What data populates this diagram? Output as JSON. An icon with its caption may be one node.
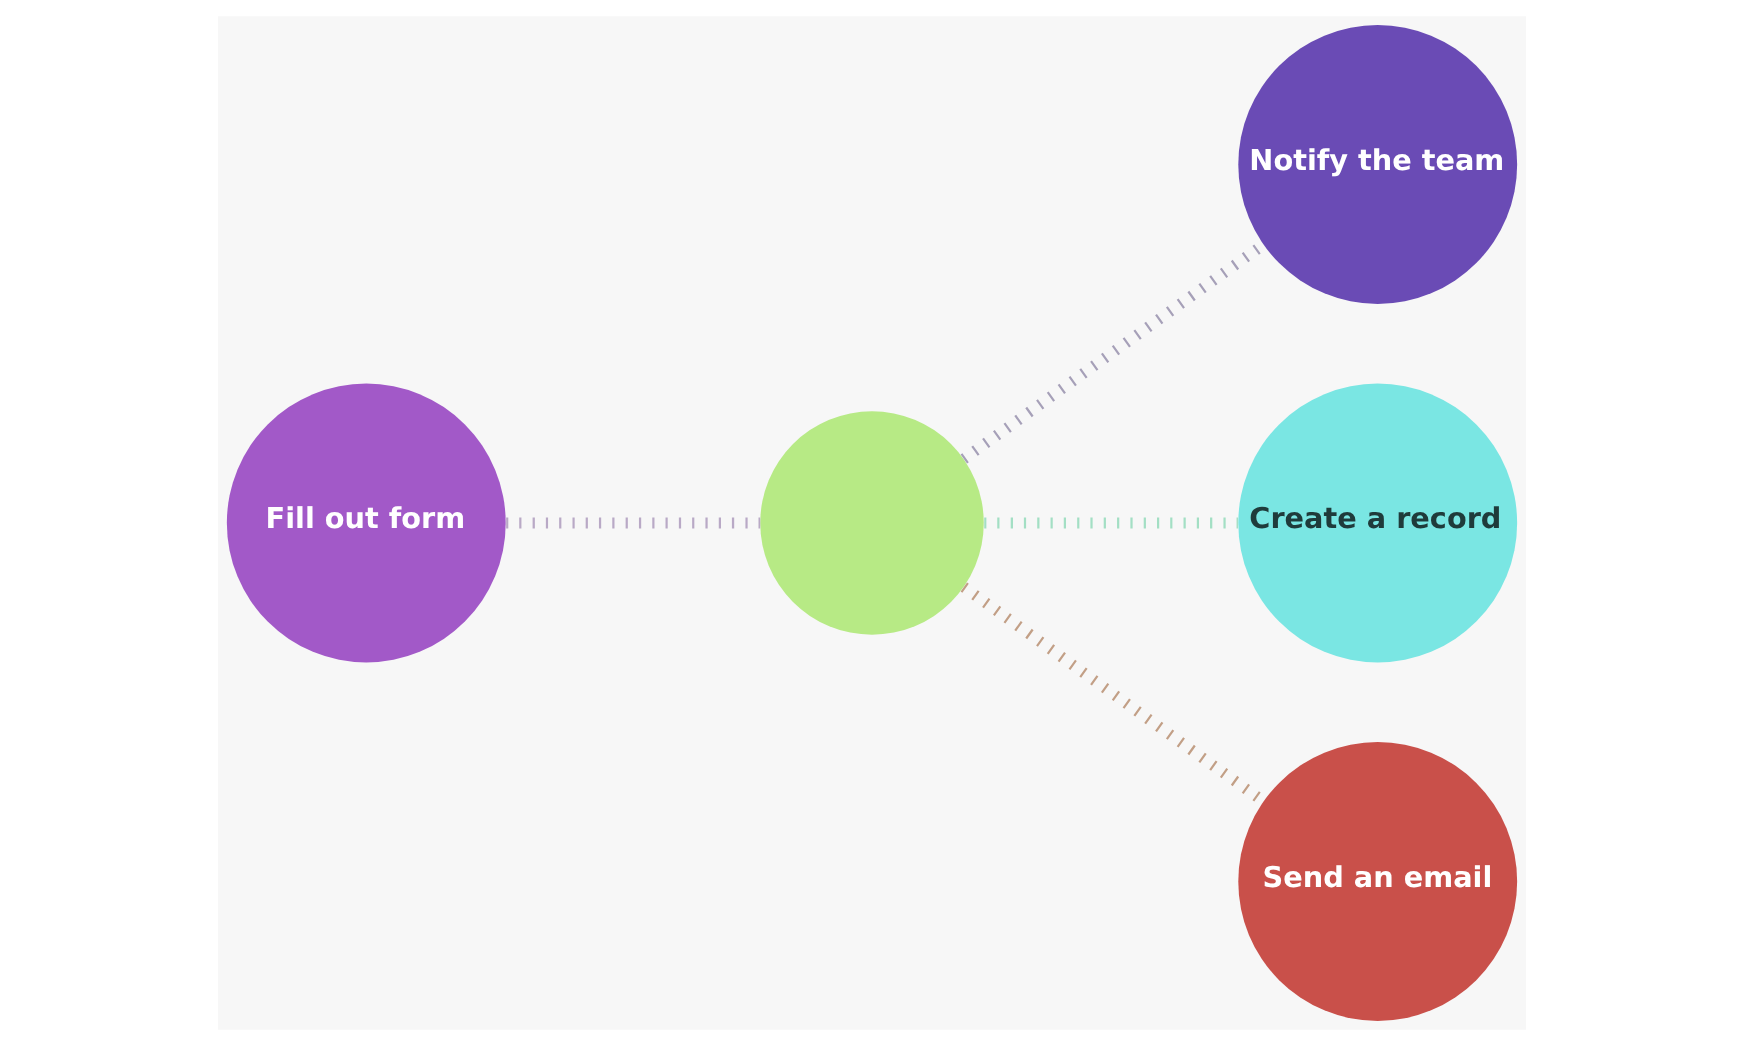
{
  "diagram": {
    "nodes": [
      {
        "text": [
          "Fill out form"
        ]
      },
      {
        "text": [],
        "shape": "circle"
      },
      {
        "text": [
          "Notify the team"
        ]
      },
      {
        "text": [
          "Create a record"
        ]
      },
      {
        "text": [
          "Send an email"
        ]
      }
    ],
    "edges": [
      {
        "from": 0,
        "to": 1,
        "arrow": "none",
        "color": "#b9a9c6"
      },
      {
        "from": 1,
        "to": 2,
        "arrow": "none",
        "color": "#a6a0b8"
      },
      {
        "from": 1,
        "to": 3,
        "arrow": "none",
        "color": "#a3dfc4"
      },
      {
        "from": 1,
        "to": 4,
        "arrow": "none",
        "color": "#c29f86"
      }
    ]
  }
}
